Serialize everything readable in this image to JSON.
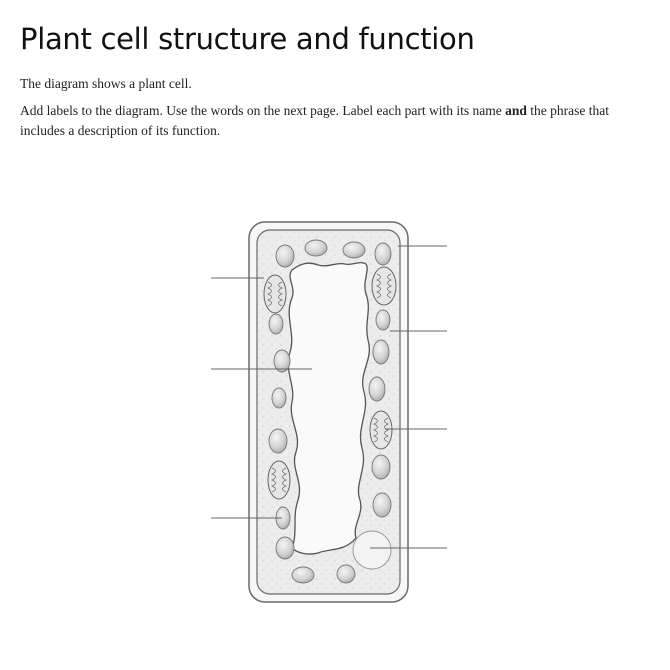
{
  "worksheet": {
    "title": "Plant cell structure and function",
    "intro": "The diagram shows a plant cell.",
    "instruction_part1": "Add labels to the diagram. Use the words on the next page. Label each part with its name ",
    "instruction_bold": "and",
    "instruction_part2": " the phrase that includes a description of its function."
  },
  "diagram": {
    "subject": "plant cell",
    "label_lines_left": 3,
    "label_lines_right": 4,
    "labels": []
  }
}
